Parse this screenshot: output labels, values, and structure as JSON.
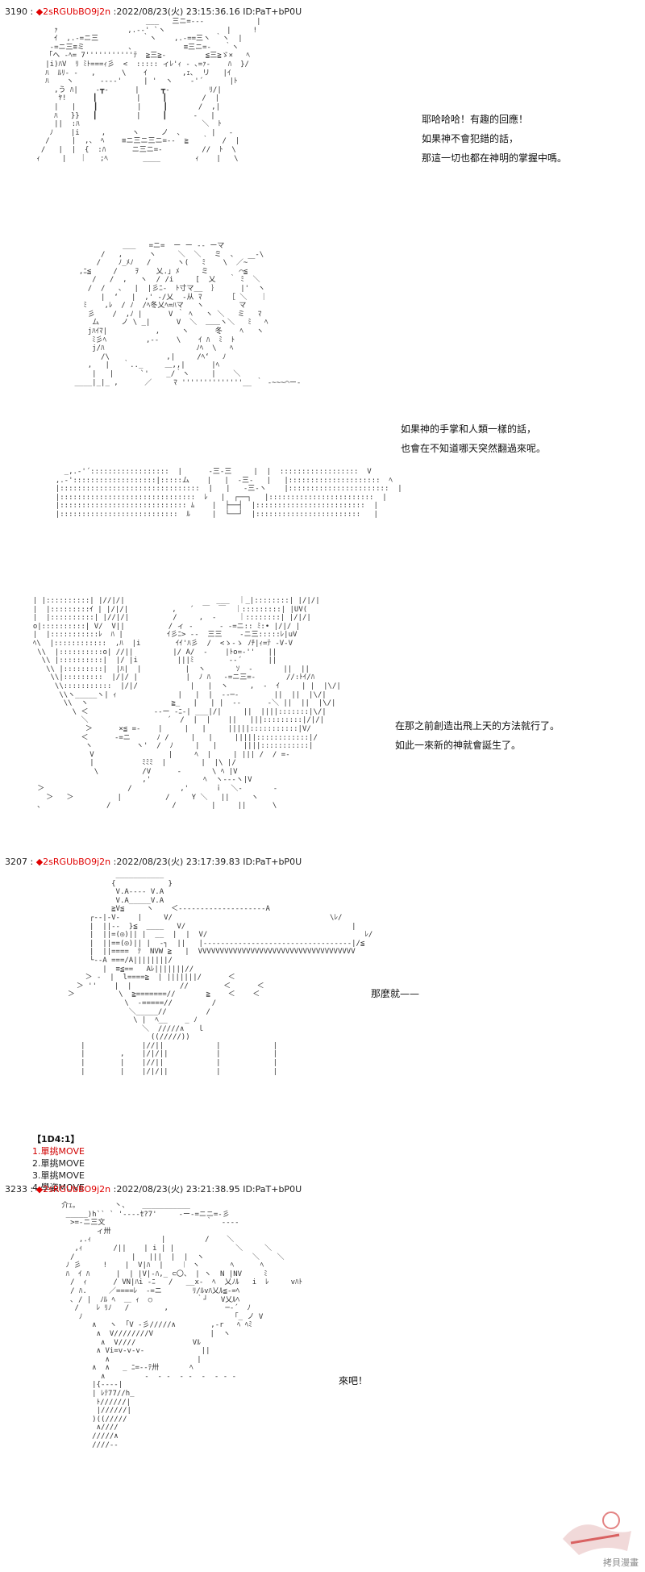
{
  "posts": [
    {
      "number": "3190",
      "sep": " : ",
      "diamond": "◆",
      "trip": "2sRGUbBO9j2n",
      "datetime": " :2022/08/23(火) 23:15:36.16 ID:PaT+bP0U"
    },
    {
      "number": "3207",
      "sep": " : ",
      "diamond": "◆",
      "trip": "2sRGUbBO9j2n",
      "datetime": " :2022/08/23(火) 23:17:39.83 ID:PaT+bP0U"
    },
    {
      "number": "3233",
      "sep": " : ",
      "diamond": "◆",
      "trip": "2sRGUbBO9j2n",
      "datetime": " :2022/08/23(火) 23:21:38.95 ID:PaT+bP0U"
    }
  ],
  "dialogs": {
    "d1": [
      "耶哈哈哈！有趣的回應！",
      "如果神不會犯錯的話，",
      "那這一切也都在神明的掌握中嗎。"
    ],
    "d2": [
      "如果神的手掌和人類一樣的話，",
      "也會在不知道哪天突然翻過來呢。"
    ],
    "d3": [
      "在那之前創造出飛上天的方法就行了。",
      "如此一來新的神就會誕生了。"
    ],
    "d4": [
      "那麼就——"
    ],
    "d5": [
      "來吧！"
    ]
  },
  "dice": {
    "title": "【1D4:1】",
    "options": [
      "1.單挑MOVE",
      "2.單挑MOVE",
      "3.單挑MOVE",
      "4.學姿MOVE"
    ],
    "selected_index": 0
  },
  "watermark": {
    "text": "拷貝漫畫",
    "accent": "#d03030"
  },
  "colors": {
    "trip": "#e00000",
    "selected": "#d00000"
  }
}
